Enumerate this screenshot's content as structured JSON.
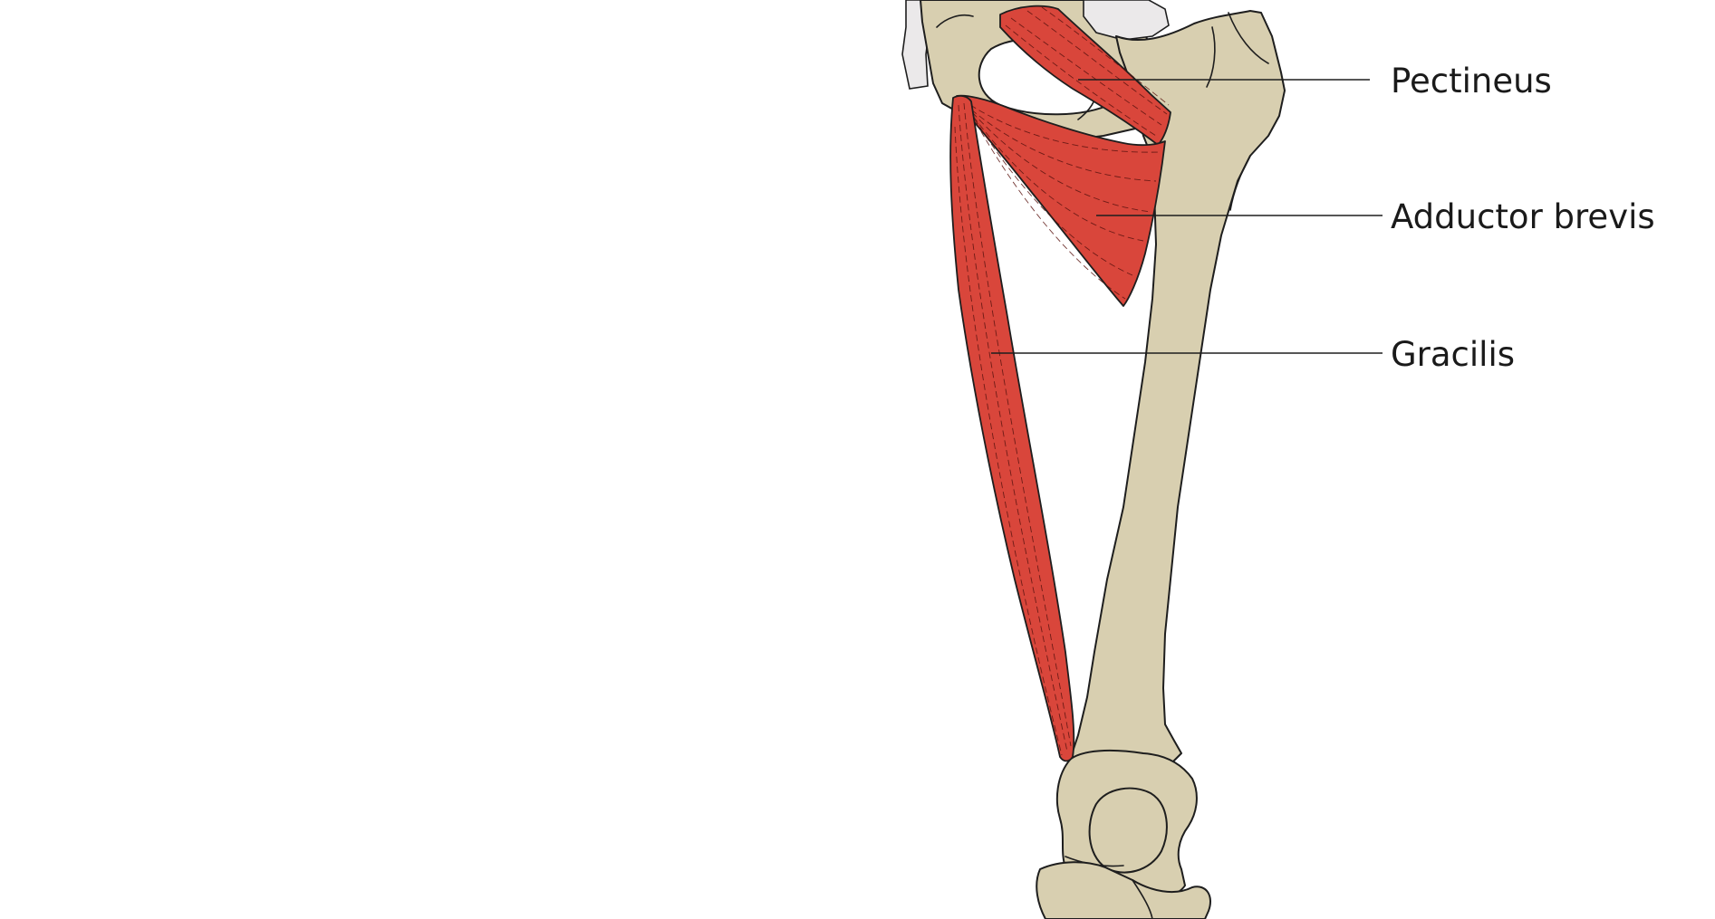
{
  "colors": {
    "bone": "#d8cfb0",
    "muscle": "#d9463b",
    "cartilage": "#ebe9ea",
    "outline": "#1e1e1e"
  },
  "labels": {
    "pectineus": "Pectineus",
    "adductor_brevis": "Adductor brevis",
    "gracilis": "Gracilis"
  }
}
